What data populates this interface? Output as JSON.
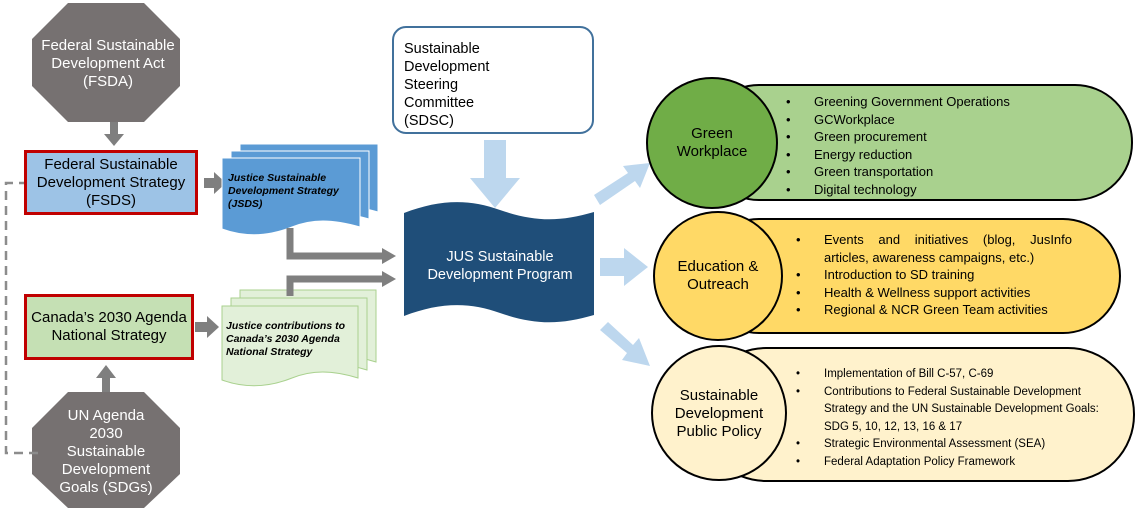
{
  "fsda": {
    "label": "Federal Sustainable Development Act (FSDA)"
  },
  "fsds": {
    "label": "Federal Sustainable Development Strategy (FSDS)"
  },
  "jsds": {
    "label": "Justice Sustainable Development Strategy (JSDS)"
  },
  "canada2030": {
    "label": "Canada’s 2030 Agenda National Strategy"
  },
  "justice_contrib": {
    "label": "Justice contributions to Canada’s 2030 Agenda National Strategy"
  },
  "un_agenda": {
    "label": "UN Agenda 2030 Sustainable Development Goals (SDGs)"
  },
  "sdsc": {
    "label": "Sustainable Development Steering Committee (SDSC)",
    "hex_colors": [
      "#c00000",
      "#ed7d31",
      "#a5a5a5",
      "#70ad47",
      "#ffc000",
      "#548235",
      "#4472c4"
    ]
  },
  "program": {
    "label": "JUS Sustainable Development Program"
  },
  "green": {
    "title": "Green Workplace",
    "color": "#a9d18e",
    "items": [
      "Greening Government Operations",
      "GCWorkplace",
      "Green procurement",
      "Energy reduction",
      "Green transportation",
      "Digital technology"
    ]
  },
  "education": {
    "title": "Education & Outreach",
    "color": "#ffd966",
    "items": [
      "Events and initiatives (blog, JusInfo articles, awareness campaigns, etc.)",
      "Introduction to SD training",
      "Health & Wellness support activities",
      "Regional & NCR Green Team activities"
    ]
  },
  "policy": {
    "title": "Sustainable Development Public Policy",
    "color": "#fff2cc",
    "items": [
      "Implementation of Bill C-57, C-69",
      "Contributions to Federal Sustainable Development Strategy and the UN Sustainable Development Goals: SDG 5, 10, 12, 13, 16 & 17",
      "Strategic Environmental Assessment (SEA)",
      "Federal Adaptation Policy Framework"
    ]
  },
  "colors": {
    "octagon": "#767171",
    "red_border": "#c00000",
    "fsds_fill": "#9dc3e6",
    "canada_fill": "#c5e0b4",
    "doc_blue": "#5b9bd5",
    "doc_green": "#e2f0d9",
    "program_fill": "#1f4e79",
    "arrow_light": "#bdd7ee",
    "arrow_gray": "#7f7f7f"
  }
}
